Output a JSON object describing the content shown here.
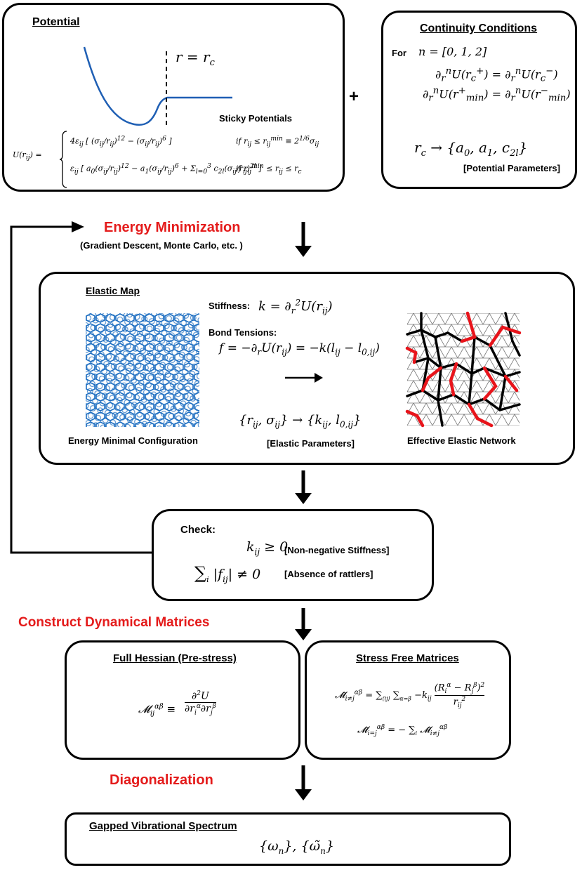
{
  "potential": {
    "heading": "Potential",
    "rc_label": "r = r_c",
    "curve_label": "Sticky Potentials",
    "eq_lhs": "U(r_ij) =",
    "eq_case1": "4ε_ij [ (σ_ij / r_ij)^12 − (σ_ij / r_ij)^6 ]",
    "eq_case1_cond": "if r_ij ≤ r_ij^min ≡ 2^(1/6) σ_ij",
    "eq_case2": "ε_ij [ a_0 (σ_ij / r_ij)^12 − a_1 (σ_ij / r_ij)^6 + Σ_{l=0}^{3} c_2l (σ_ij / r_ij)^2l ]",
    "eq_case2_cond": "if r_ij^min ≤ r_ij ≤ r_c",
    "curve_color": "#1f5fb4"
  },
  "plus": "+",
  "continuity": {
    "heading": "Continuity  Conditions",
    "for_label": "For",
    "n_range": "n = [0, 1, 2]",
    "cond1": "∂ⁿᵣ U(r_c⁺) = ∂ⁿᵣ U(r_c⁻)",
    "cond2": "∂ⁿᵣ U(r⁺_min) = ∂ⁿᵣ U(r⁻_min)",
    "mapping": "r_c → {a₀, a₁, c₂ₗ}",
    "params_label": "[Potential Parameters]"
  },
  "energy_min": {
    "title": "Energy Minimization",
    "subtitle": "(Gradient Descent, Monte Carlo, etc. )"
  },
  "elastic_map": {
    "heading": "Elastic Map",
    "stiffness_label": "Stiffness:",
    "stiffness_eq": "k = ∂²ᵣU(r_ij)",
    "tension_label": "Bond Tensions:",
    "tension_eq": "f = −∂ᵣU(r_ij) = −k(l_ij − l₀,ᵢⱼ)",
    "mapping": "{r_ij, σ_ij} → {k_ij, l₀,ᵢⱼ}",
    "params_label": "[Elastic Parameters]",
    "left_caption": "Energy Minimal Configuration",
    "right_caption": "Effective Elastic Network",
    "config_color": "#1f6fc1",
    "tension_color": "#e8141b"
  },
  "check": {
    "heading": "Check:",
    "cond1": "k_ij ≥ 0",
    "cond1_label": "[Non-negative Stiffness]",
    "cond2": "Σᵢ |f_ij| ≠ 0",
    "cond2_label": "[Absence of rattlers]"
  },
  "construct": {
    "title": "Construct Dynamical Matrices"
  },
  "hessian": {
    "heading": "Full Hessian (Pre-stress)",
    "eq": "M_ij^αβ ≡ ∂²U / ∂r_i^α ∂r_j^β"
  },
  "stress_free": {
    "heading": "Stress Free Matrices",
    "eq1": "M̃_i≠j^αβ = Σ_⟨ij⟩ Σ_α=β −k_ij (R_i^α − R_j^β)² / r_ij²",
    "eq2": "M̃_i=j^αβ = − Σ_i M̃_i≠j^αβ"
  },
  "diagonalization": {
    "title": "Diagonalization"
  },
  "spectrum": {
    "heading": "Gapped Vibrational Spectrum",
    "eq": "{ω_n}, {ω̃_n}"
  }
}
